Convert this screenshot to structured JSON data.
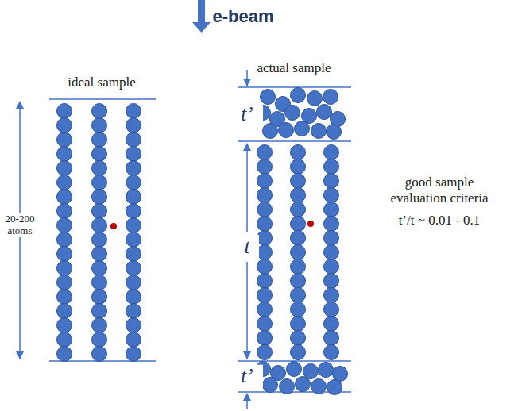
{
  "diagram": {
    "labels": [
      "e-beam",
      "ideal sample",
      "20-200 atoms",
      "actual sample",
      "t’",
      "t",
      "t’",
      "good sample evaluation criteria",
      "t’/t ~ 0.01 - 0.1"
    ]
  }
}
